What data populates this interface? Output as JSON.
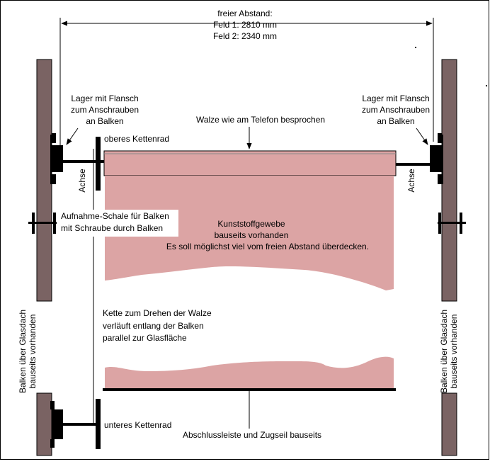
{
  "dimension": {
    "line1": "freier Abstand:",
    "line2": "Feld 1: 2810 mm",
    "line3": "Feld 2: 2340 mm"
  },
  "labels": {
    "bearing_left": [
      "Lager mit Flansch",
      "zum Anschrauben",
      "an Balken"
    ],
    "bearing_right": [
      "Lager mit Flansch",
      "zum Anschrauben",
      "an Balken"
    ],
    "roller": "Walze wie am Telefon besprochen",
    "upper_sprocket": "oberes Kettenrad",
    "axle_left": "Achse",
    "axle_right": "Achse",
    "bracket": [
      "Aufnahme-Schale für Balken",
      "mit Schraube durch Balken"
    ],
    "fabric": [
      "Kunststoffgewebe",
      "bauseits vorhanden",
      "Es soll möglichst viel vom freien Abstand überdecken."
    ],
    "chain": [
      "Kette zum Drehen der Walze",
      "verläuft entlang der Balken",
      "parallel zur Glasfläche"
    ],
    "beam_left": [
      "Balken über Glasdach",
      "bauseits vorhanden"
    ],
    "beam_right": [
      "Balken über Glasdach",
      "bauseits vorhanden"
    ],
    "lower_sprocket": "unteres Kettenrad",
    "end_bar": "Abschlussleiste und Zugseil bauseits"
  },
  "colors": {
    "beam": "#7a6363",
    "fabric": "#dca4a4",
    "hardware": "#000000"
  }
}
